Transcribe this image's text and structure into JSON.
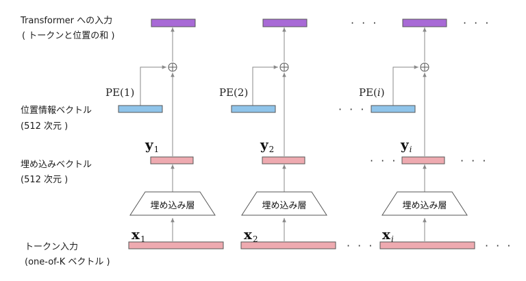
{
  "labels": {
    "transformer_input": "Transformer への入力",
    "transformer_input_sub": "( トークンと位置の和 )",
    "pos_info": "位置情報ベクトル",
    "pos_info_dim": "(512 次元 )",
    "embed_vec": "埋め込みベクトル",
    "embed_vec_dim": "(512 次元 )",
    "token_input": "トークン入力",
    "token_input_sub": "(one-of-K ベクトル )"
  },
  "columns": [
    {
      "pe_prefix": "PE(",
      "pe_index": "1",
      "pe_suffix": ")",
      "y_base": "y",
      "y_sub": "1",
      "x_base": "x",
      "x_sub": "1",
      "embed_layer": "埋め込み層"
    },
    {
      "pe_prefix": "PE(",
      "pe_index": "2",
      "pe_suffix": ")",
      "y_base": "y",
      "y_sub": "2",
      "x_base": "x",
      "x_sub": "2",
      "embed_layer": "埋め込み層"
    },
    {
      "pe_prefix": "PE(",
      "pe_index": "i",
      "pe_suffix": ")",
      "y_base": "y",
      "y_sub": "i",
      "x_base": "x",
      "x_sub": "i",
      "embed_layer": "埋め込み層"
    }
  ],
  "ellipsis": "· · ·",
  "colors": {
    "transformer_box": "#a86ad6",
    "pe_box": "#8fc4ea",
    "embed_box": "#eeaab0",
    "token_box": "#eeaab0",
    "line": "#8a8a8a",
    "box_border": "#555555"
  }
}
